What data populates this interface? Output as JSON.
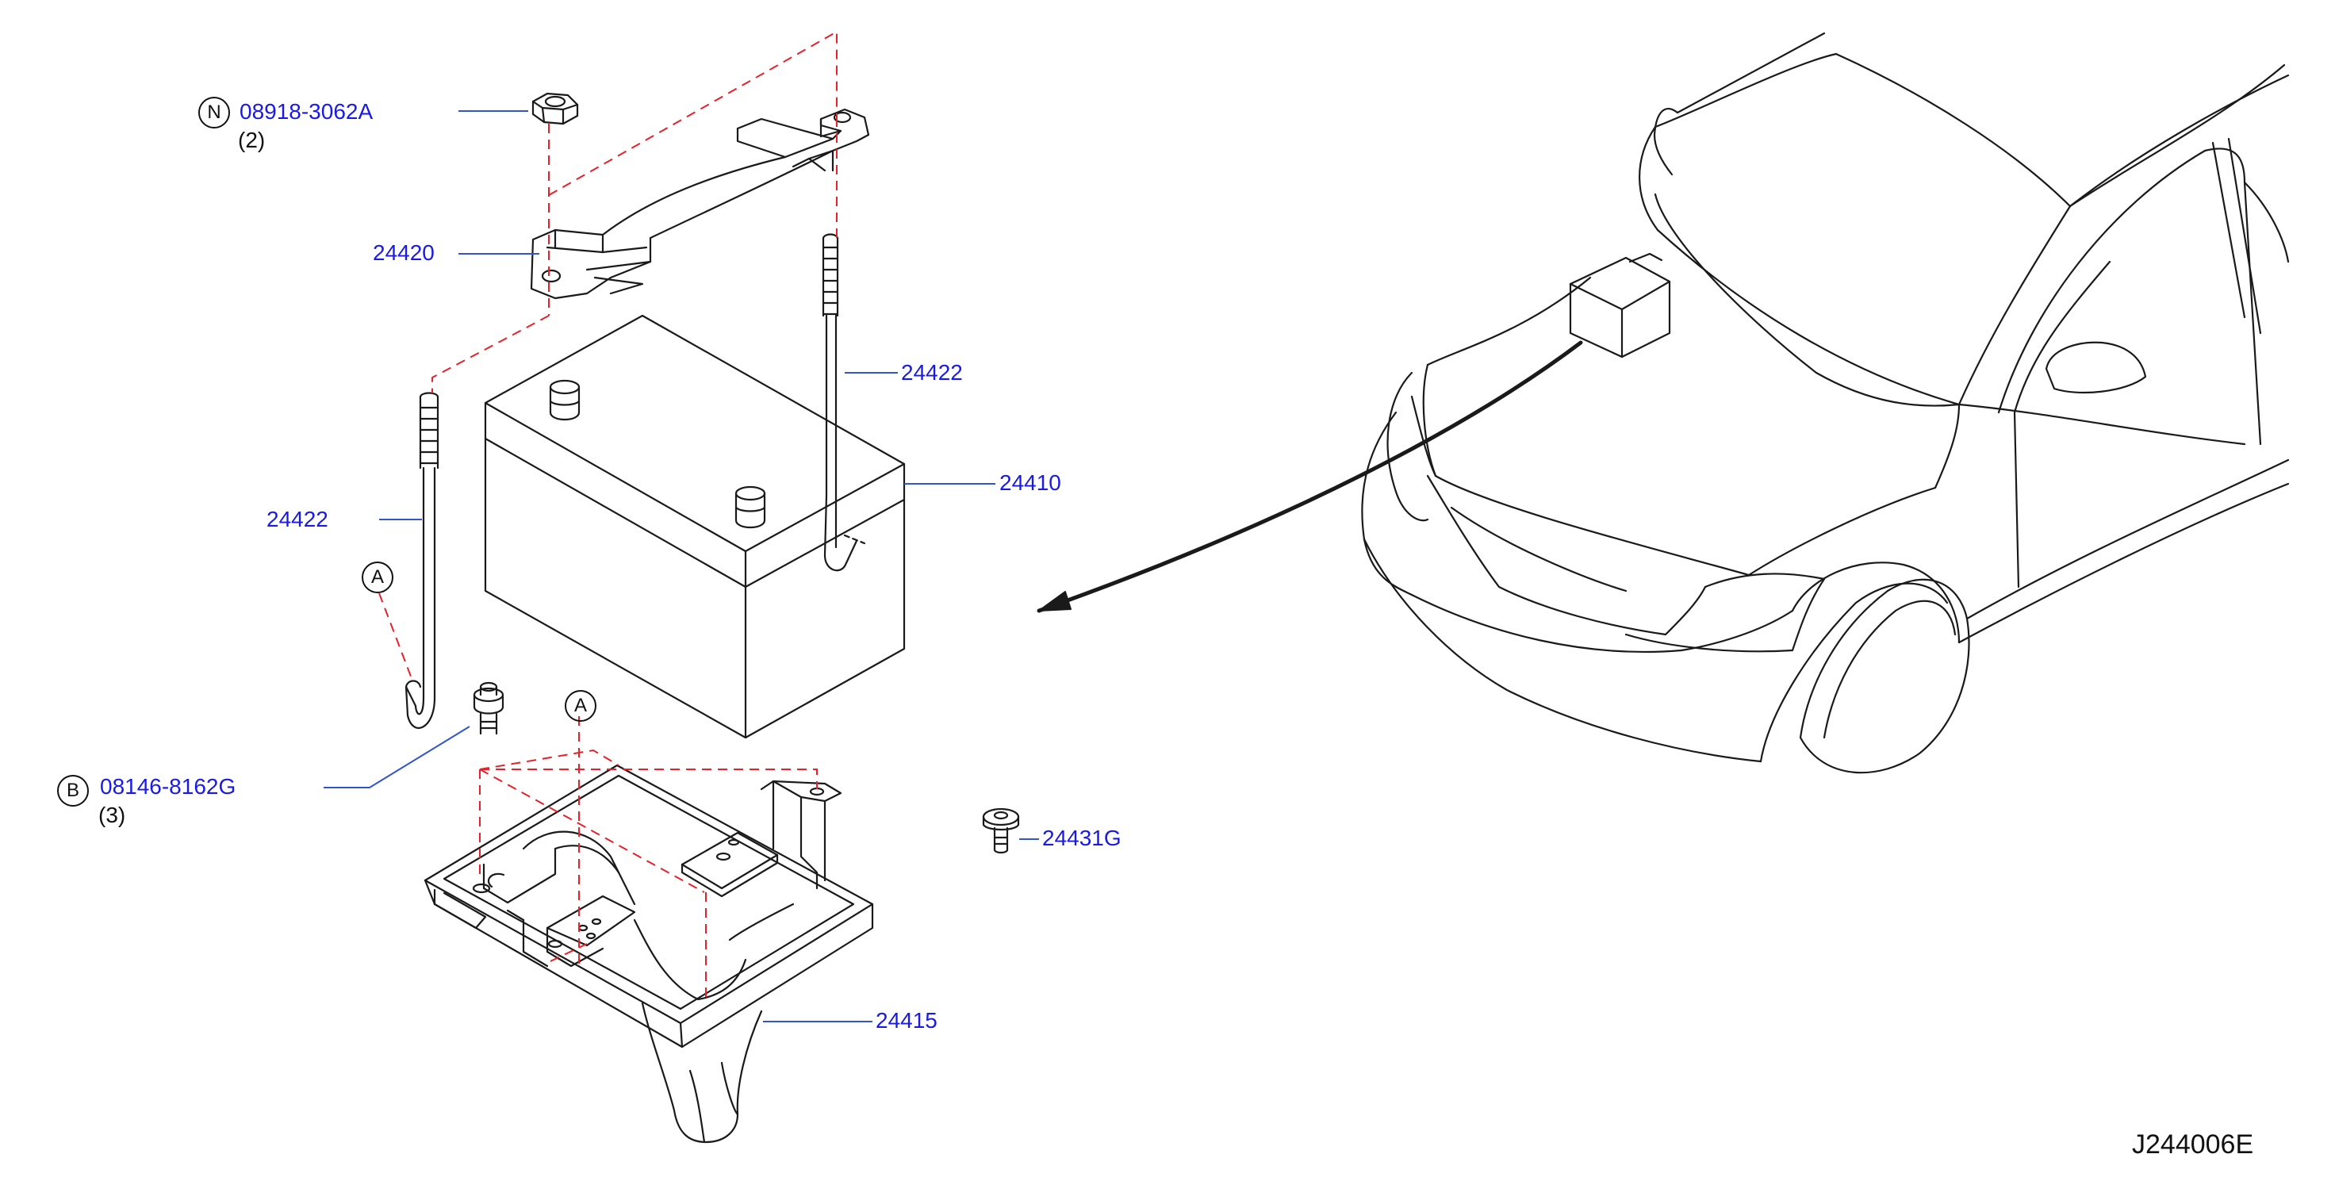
{
  "colors": {
    "part_number": "#1a1ae6",
    "leader_line": "#3355cc",
    "dashed_line": "#e8202a",
    "outline": "#1a1a1a"
  },
  "callouts": {
    "nut": {
      "symbol": "N",
      "part": "08918-3062A",
      "qty": "(2)"
    },
    "bolt": {
      "symbol": "B",
      "part": "08146-8162G",
      "qty": "(3)"
    },
    "ref_a_left": "A",
    "ref_a_center": "A"
  },
  "parts": {
    "battery_frame": "24420",
    "rod_right": "24422",
    "rod_left": "24422",
    "battery": "24410",
    "tray": "24415",
    "clip": "24431G"
  },
  "diagram_code": "J244006E"
}
